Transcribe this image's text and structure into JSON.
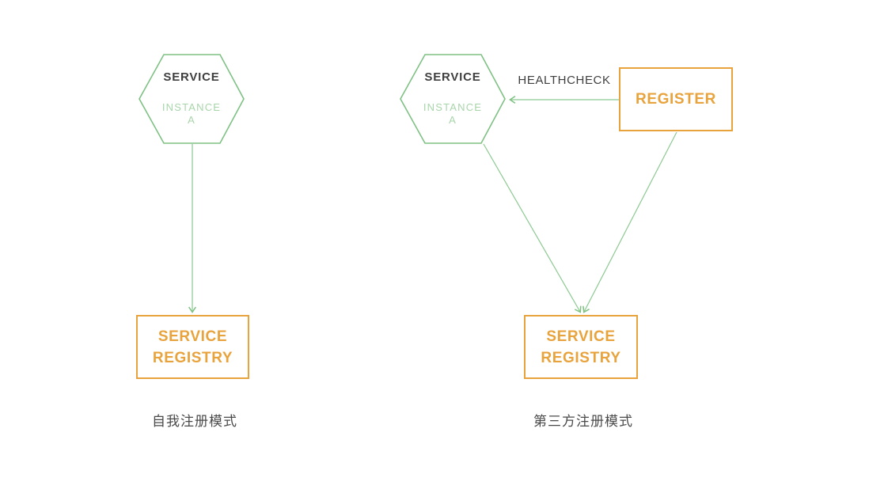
{
  "title": "Service registration patterns diagram",
  "colors": {
    "node_green": "#7ec183",
    "instance_text_green": "#a9d5ab",
    "accent_orange": "#e8a33d",
    "text_dark": "#3f3f3f"
  },
  "left_diagram": {
    "hexagon": {
      "title": "SERVICE",
      "subtitle_line1": "INSTANCE",
      "subtitle_line2": "A"
    },
    "registry_box": {
      "line1": "SERVICE",
      "line2": "REGISTRY"
    },
    "caption": "自我注册模式"
  },
  "right_diagram": {
    "hexagon": {
      "title": "SERVICE",
      "subtitle_line1": "INSTANCE",
      "subtitle_line2": "A"
    },
    "healthcheck_label": "HEALTHCHECK",
    "register_box": {
      "label": "REGISTER"
    },
    "registry_box": {
      "line1": "SERVICE",
      "line2": "REGISTRY"
    },
    "caption": "第三方注册模式"
  }
}
